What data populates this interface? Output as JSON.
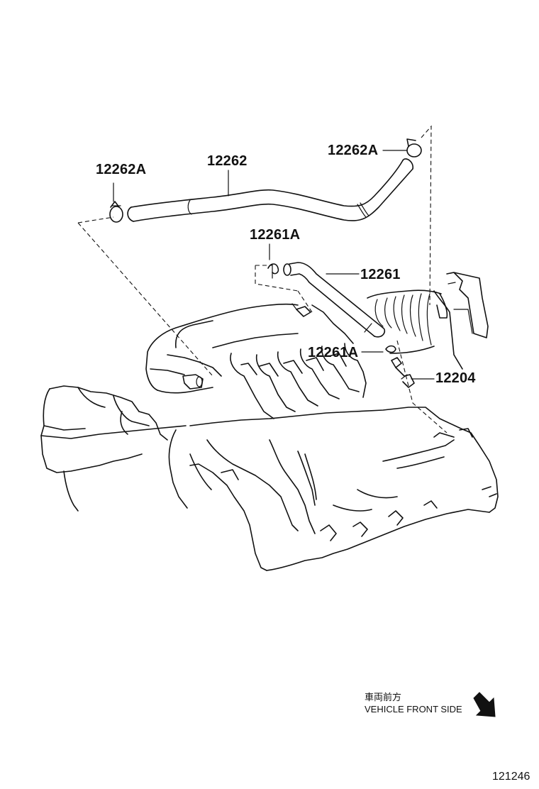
{
  "diagram": {
    "labels": {
      "p12262A_left": "12262A",
      "p12262": "12262",
      "p12262A_right": "12262A",
      "p12261A_top": "12261A",
      "p12261": "12261",
      "p12261A_bottom": "12261A",
      "p12204": "12204"
    },
    "direction": {
      "japanese": "車両前方",
      "english": "VEHICLE FRONT SIDE",
      "icon": "arrow-down-right-icon"
    },
    "reference_number": "121246"
  }
}
